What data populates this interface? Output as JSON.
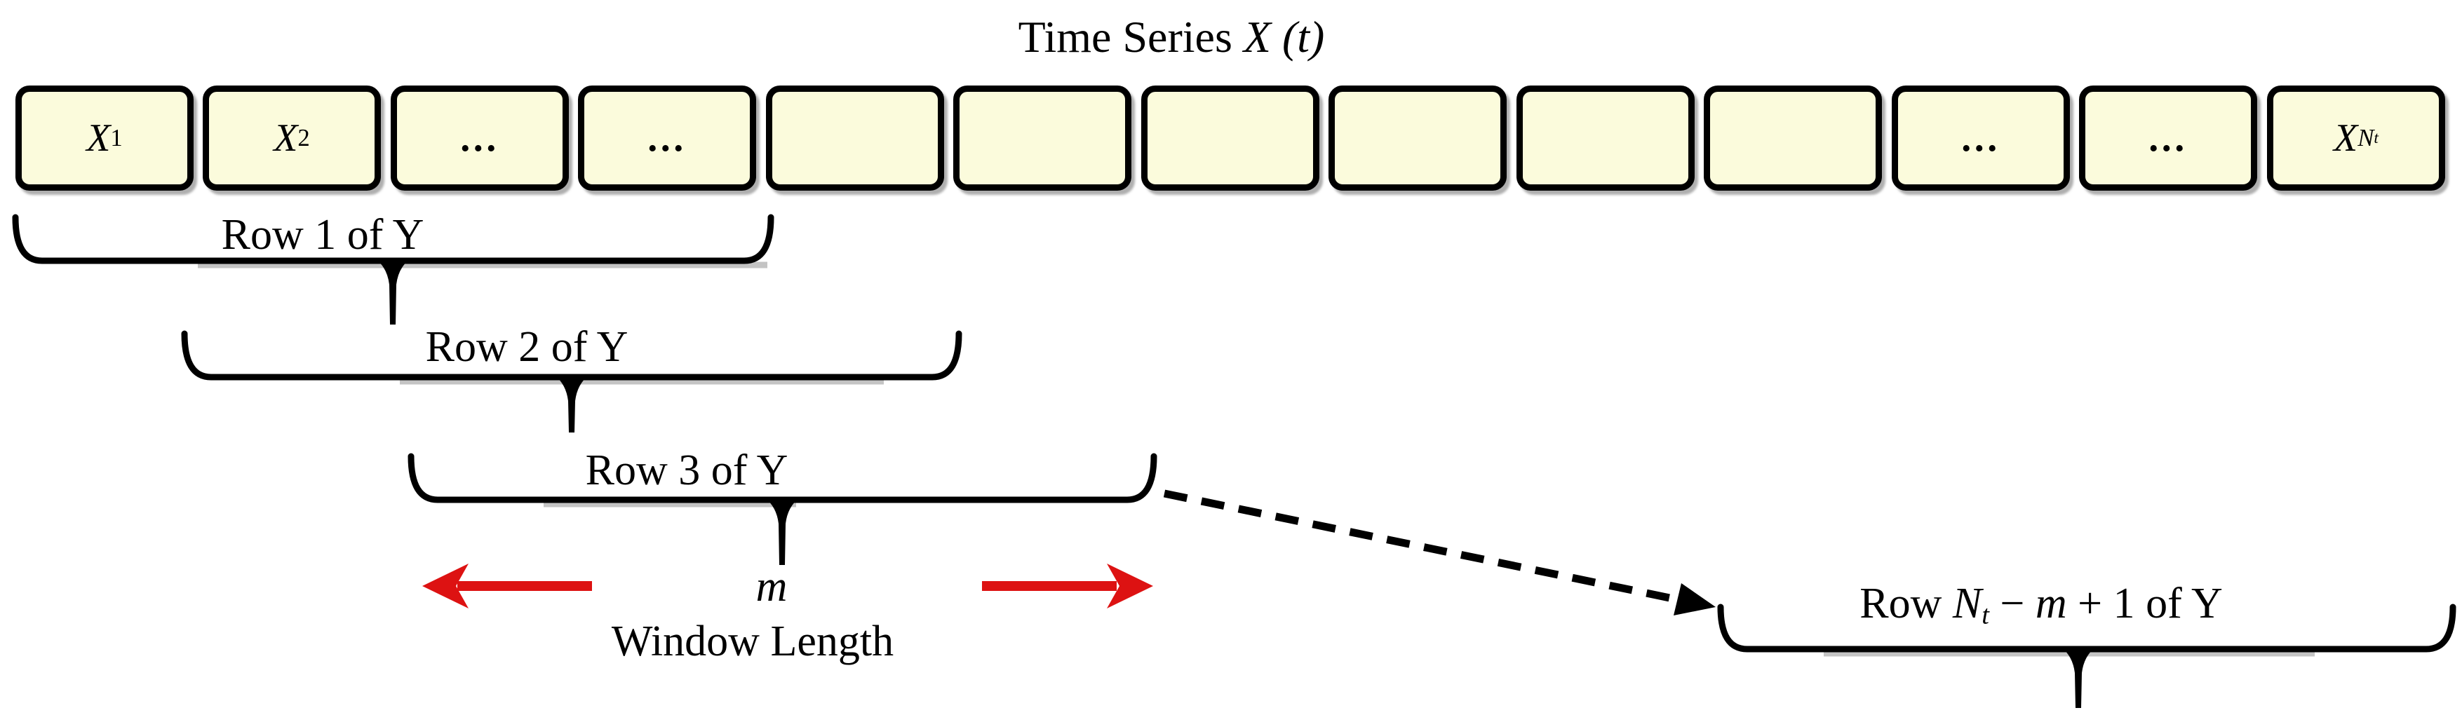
{
  "title": {
    "parts": [
      {
        "text": "Time Series ",
        "style": "plain"
      },
      {
        "text": "X (t)",
        "style": "italic"
      }
    ]
  },
  "colors": {
    "box_fill": "#fbfbdc",
    "box_border": "#000000",
    "brace_black": "#000000",
    "arrow_red": "#dd1212",
    "shadow_gray": "#b5b5b5"
  },
  "time_series_boxes": [
    {
      "parts": [
        {
          "text": "X",
          "style": "italic"
        },
        {
          "text": "1",
          "style": "sub"
        }
      ]
    },
    {
      "parts": [
        {
          "text": "X",
          "style": "italic"
        },
        {
          "text": "2",
          "style": "sub"
        }
      ]
    },
    {
      "parts": [
        {
          "text": "...",
          "style": "bold"
        }
      ]
    },
    {
      "parts": [
        {
          "text": "...",
          "style": "bold"
        }
      ]
    },
    {
      "parts": []
    },
    {
      "parts": []
    },
    {
      "parts": []
    },
    {
      "parts": []
    },
    {
      "parts": []
    },
    {
      "parts": []
    },
    {
      "parts": [
        {
          "text": "...",
          "style": "bold"
        }
      ]
    },
    {
      "parts": [
        {
          "text": "...",
          "style": "bold"
        }
      ]
    },
    {
      "parts": [
        {
          "text": "X",
          "style": "italic"
        },
        {
          "text": "N",
          "style": "sub-italic"
        },
        {
          "text": "t",
          "style": "subsub-italic"
        }
      ]
    }
  ],
  "row_braces": [
    {
      "label_parts": [
        {
          "text": "Row 1 of Y",
          "style": "plain"
        }
      ]
    },
    {
      "label_parts": [
        {
          "text": "Row 2 of Y",
          "style": "plain"
        }
      ]
    },
    {
      "label_parts": [
        {
          "text": "Row 3 of Y",
          "style": "plain"
        }
      ]
    },
    {
      "label_parts": [
        {
          "text": "Row ",
          "style": "plain"
        },
        {
          "text": "N",
          "style": "italic"
        },
        {
          "text": "t",
          "style": "sub-italic"
        },
        {
          "text": " − ",
          "style": "plain"
        },
        {
          "text": "m",
          "style": "italic"
        },
        {
          "text": " + 1 of Y",
          "style": "plain"
        }
      ]
    }
  ],
  "window": {
    "m_parts": [
      {
        "text": "m",
        "style": "italic"
      }
    ],
    "length_label": "Window Length"
  }
}
